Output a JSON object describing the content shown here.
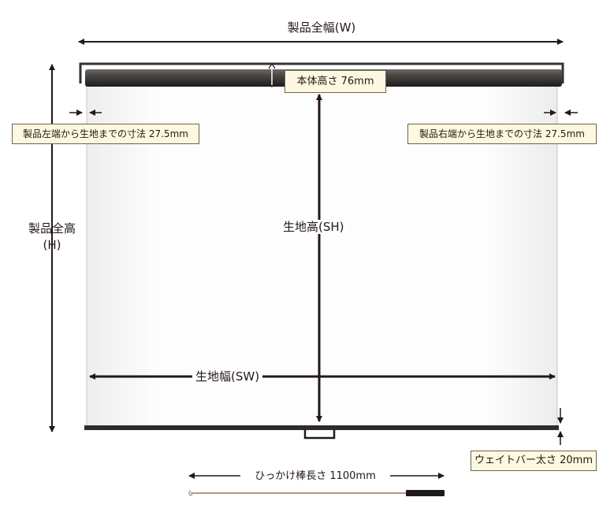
{
  "labels": {
    "overall_width": "製品全幅(W)",
    "overall_height_line1": "製品全高",
    "overall_height_line2": "(H)",
    "body_height": "本体高さ 76mm",
    "left_margin": "製品左端から生地までの寸法 27.5mm",
    "right_margin": "製品右端から生地までの寸法 27.5mm",
    "fabric_height": "生地高(SH)",
    "fabric_width": "生地幅(SW)",
    "weight_bar": "ウェイトバー太さ 20mm",
    "hook_pole": "ひっかけ棒長さ 1100mm"
  },
  "colors": {
    "roller": "#3a3635",
    "label_bg": "#fdf9e0",
    "arrow": "#231815"
  }
}
